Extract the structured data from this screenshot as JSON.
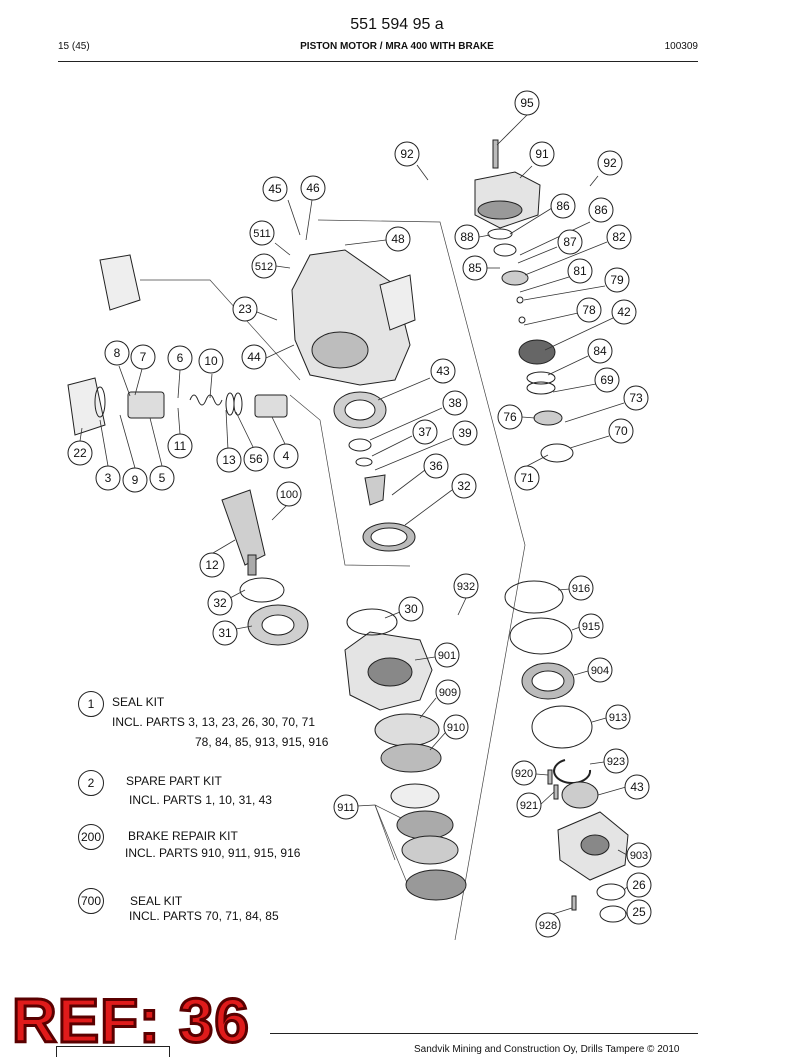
{
  "header": {
    "doc_number": "551 594 95 a",
    "page": "15 (45)",
    "title": "PISTON MOTOR / MRA 400 WITH BRAKE",
    "code": "100309"
  },
  "callouts": [
    "95",
    "92",
    "91",
    "92",
    "45",
    "46",
    "86",
    "86",
    "511",
    "48",
    "88",
    "87",
    "82",
    "512",
    "85",
    "81",
    "79",
    "23",
    "78",
    "42",
    "8",
    "7",
    "6",
    "10",
    "44",
    "84",
    "69",
    "43",
    "73",
    "38",
    "76",
    "70",
    "37",
    "39",
    "11",
    "22",
    "13",
    "56",
    "4",
    "36",
    "71",
    "3",
    "9",
    "5",
    "32",
    "100",
    "12",
    "932",
    "916",
    "32",
    "30",
    "915",
    "31",
    "901",
    "904",
    "909",
    "910",
    "913",
    "923",
    "920",
    "43",
    "911",
    "921",
    "903",
    "26",
    "25",
    "928"
  ],
  "kits": [
    {
      "badge": "1",
      "name": "SEAL KIT",
      "line1": "INCL. PARTS 3, 13, 23, 26, 30, 70, 71",
      "line2": "78, 84, 85, 913, 915, 916"
    },
    {
      "badge": "2",
      "name": "SPARE PART KIT",
      "line1": "INCL. PARTS 1, 10, 31, 43",
      "line2": ""
    },
    {
      "badge": "200",
      "name": "BRAKE REPAIR KIT",
      "line1": "INCL. PARTS 910, 911, 915, 916",
      "line2": ""
    },
    {
      "badge": "700",
      "name": "SEAL KIT",
      "line1": "INCL. PARTS 70, 71, 84, 85",
      "line2": ""
    }
  ],
  "stamp": "REF: 36",
  "footer": "Sandvik Mining and Construction Oy, Drills Tampere © 2010"
}
